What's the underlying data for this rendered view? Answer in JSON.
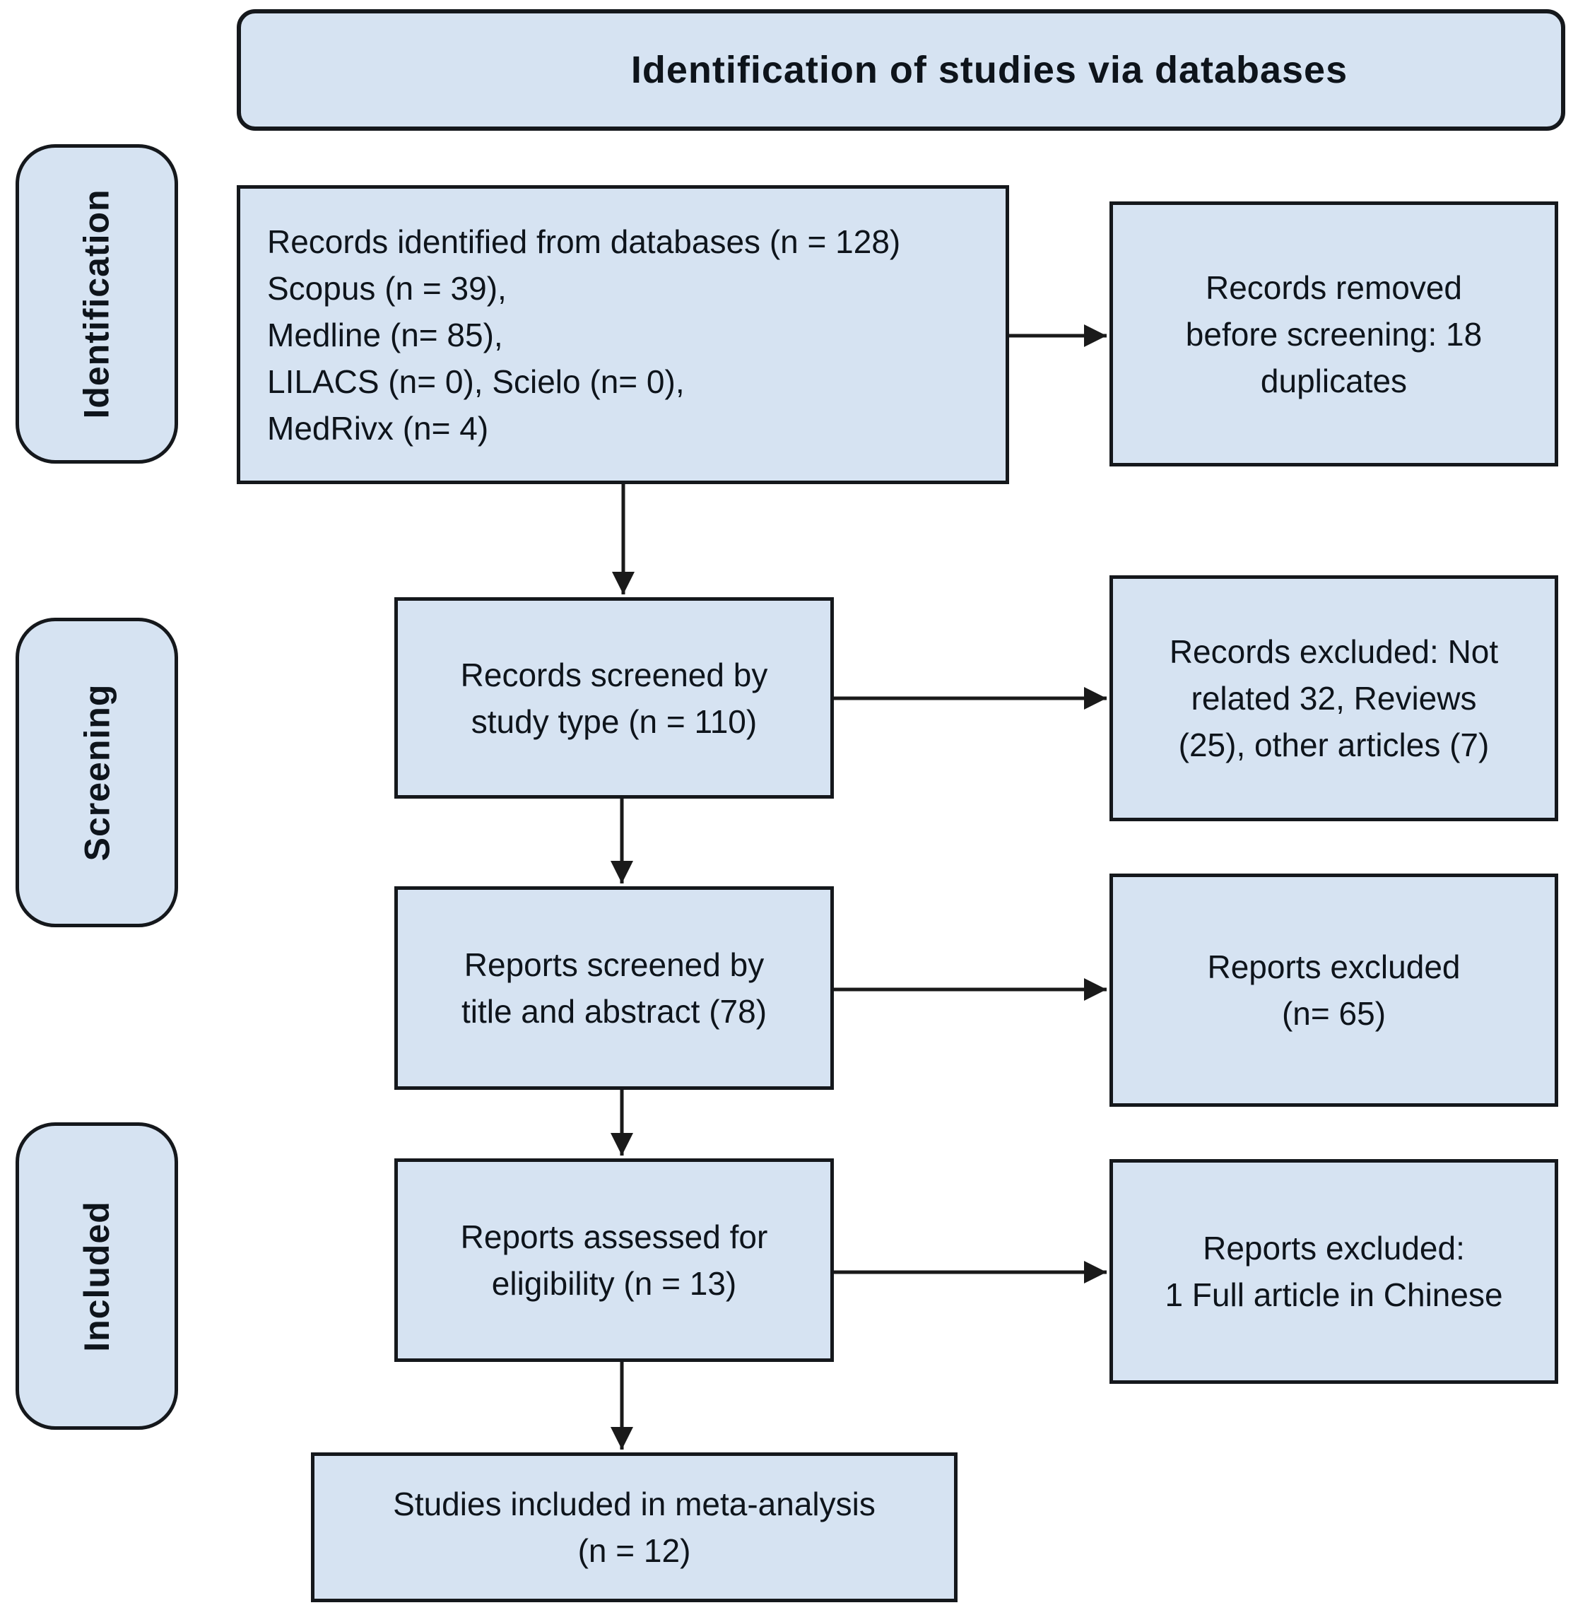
{
  "title": "Identification of studies via databases",
  "stage_labels": [
    "Identification",
    "Screening",
    "Included"
  ],
  "flow": {
    "identified": {
      "lines": [
        "Records identified from databases (n = 128)",
        "Scopus (n = 39),",
        "Medline (n= 85),",
        "LILACS (n= 0), Scielo (n= 0),",
        "MedRivx (n= 4)"
      ]
    },
    "screened_by_study_type": {
      "lines": [
        "Records screened by",
        "study type (n = 110)"
      ]
    },
    "screened_by_title_abstract": {
      "lines": [
        "Reports screened by",
        "title and abstract (78)"
      ]
    },
    "assessed_for_eligibility": {
      "lines": [
        "Reports assessed for",
        "eligibility (n = 13)"
      ]
    },
    "included_in_meta_analysis": {
      "lines": [
        "Studies included in meta-analysis",
        "(n = 12)"
      ]
    }
  },
  "exclusions": {
    "removed_before_screening": {
      "lines": [
        "Records removed",
        "before screening: 18",
        "duplicates"
      ]
    },
    "records_excluded": {
      "lines": [
        "Records excluded: Not",
        "related 32, Reviews",
        "(25), other articles (7)"
      ]
    },
    "reports_excluded": {
      "lines": [
        "Reports excluded",
        "(n= 65)"
      ]
    },
    "reports_excluded_full_text": {
      "lines": [
        "Reports excluded:",
        "1 Full article in Chinese"
      ]
    }
  },
  "colors": {
    "box_fill": "#d6e3f2",
    "box_border": "#15181c",
    "arrow": "#1a1a1a",
    "text": "#0e141b",
    "background": "#ffffff"
  }
}
